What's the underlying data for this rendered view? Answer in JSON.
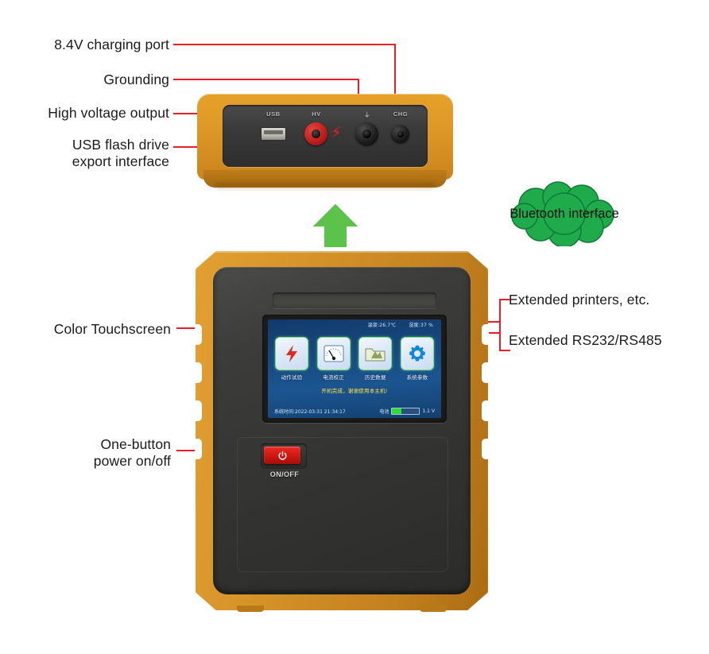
{
  "diagram": {
    "title": "Annotated high voltage tester product diagram",
    "accent_red": "#ee1c24",
    "accent_green": "#1faa4b",
    "case_orange": "#d6942a",
    "case_black": "#343432"
  },
  "callouts": {
    "charging_port": "8.4V charging port",
    "grounding": "Grounding",
    "high_voltage_output": "High voltage output",
    "usb_export": "USB flash drive\nexport interface",
    "color_touchscreen": "Color Touchscreen",
    "power_button": "One-button\npower on/off",
    "extended_printers": "Extended printers, etc.",
    "extended_serial": "Extended RS232/RS485",
    "bluetooth": "Bluetooth\ninterface"
  },
  "top_panel": {
    "ports": [
      {
        "label": "USB",
        "type": "usb-a-socket"
      },
      {
        "label": "HV",
        "type": "banana-jack-red"
      },
      {
        "label": "⏚",
        "type": "banana-jack-black"
      },
      {
        "label": "CHG",
        "type": "dc-barrel-jack"
      }
    ],
    "bolt_mark": "⚡"
  },
  "device": {
    "power_switch_label": "ON/OFF",
    "screen": {
      "status_top": {
        "temperature": "温度:26.7℃",
        "humidity": "湿度:37 %"
      },
      "menu_items": [
        {
          "label": "动作试验",
          "icon": "lightning-bolt-icon"
        },
        {
          "label": "电流校正",
          "icon": "analog-meter-icon"
        },
        {
          "label": "历史数据",
          "icon": "folder-chart-icon"
        },
        {
          "label": "系统参数",
          "icon": "gear-icon"
        }
      ],
      "hint": "开机完成，谢谢使用本主机!",
      "status_bottom": {
        "system_time": "系统时间:2022-03-31 21:34:17",
        "battery_label": "电池",
        "battery_percent": 34,
        "voltage": "1.1 V"
      }
    }
  }
}
